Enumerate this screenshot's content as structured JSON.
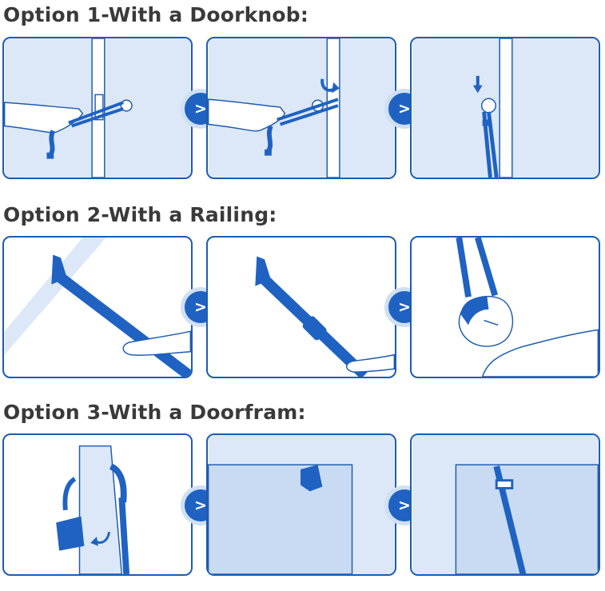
{
  "sections": [
    {
      "heading": "Option 1-With a Doorknob:"
    },
    {
      "heading": "Option 2-With a Railing:"
    },
    {
      "heading": "Option 3-With a Doorfram:"
    }
  ],
  "step_arrow_symbol": ">",
  "colors": {
    "strap_blue": "#1f62c2",
    "panel_border": "#1e5cb0",
    "light_blue": "#dce8f7",
    "heading_text": "#3a3a3a"
  },
  "icons": [
    "next-step-arrow-icon",
    "rotate-arrow-icon",
    "down-arrow-icon"
  ]
}
